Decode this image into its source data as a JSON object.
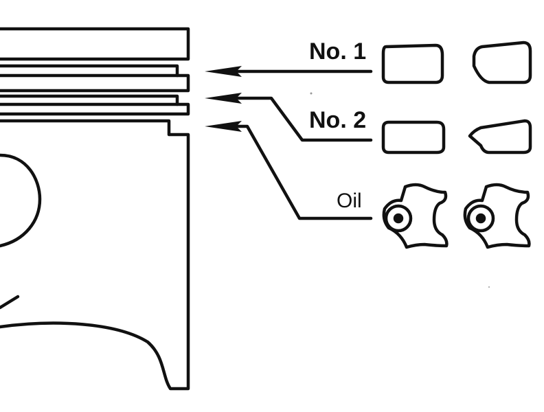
{
  "diagram": {
    "labels": {
      "ring1": "No. 1",
      "ring2": "No. 2",
      "oil": "Oil"
    },
    "colors": {
      "ink": "#111111",
      "background": "#ffffff"
    }
  }
}
